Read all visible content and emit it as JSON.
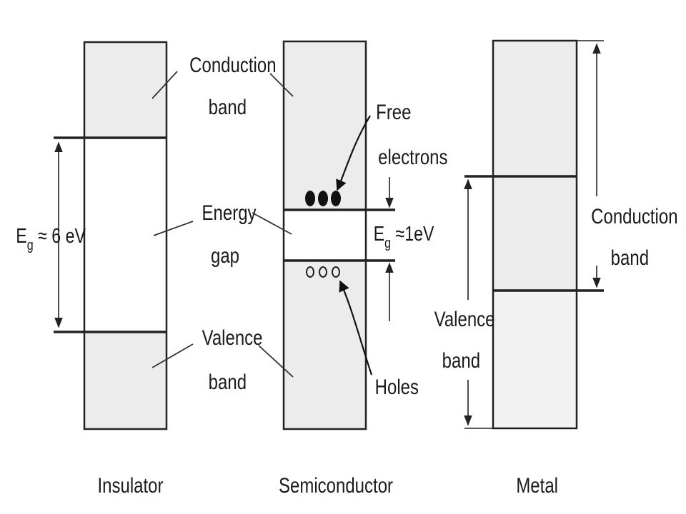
{
  "columns": {
    "insulator": {
      "caption": "Insulator",
      "conduction_label": [
        "Conduction",
        "band"
      ],
      "gap_label": [
        "Energy",
        "gap"
      ],
      "valence_label": [
        "Valence",
        "band"
      ],
      "gap_value": {
        "prefix": "E",
        "sub": "g",
        "suffix": " ≈ 6 eV"
      }
    },
    "semiconductor": {
      "caption": "Semiconductor",
      "free_electrons_label": [
        "Free",
        "electrons"
      ],
      "holes_label": "Holes",
      "gap_value": {
        "prefix": "E",
        "sub": "g",
        "suffix": " ≈1eV"
      }
    },
    "metal": {
      "caption": "Metal",
      "conduction_label": [
        "Conduction",
        "band"
      ],
      "valence_label": [
        "Valence",
        "band"
      ]
    }
  },
  "colors": {
    "band_fill": "#ececec",
    "line": "#222222"
  }
}
